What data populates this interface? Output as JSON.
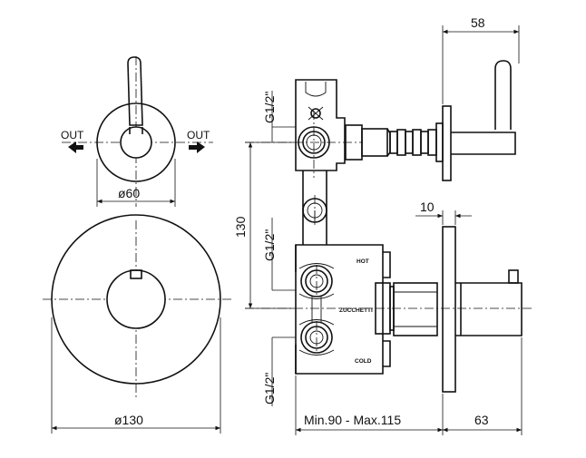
{
  "dimensions": {
    "handle_depth": "58",
    "rosette_small": "ø60",
    "rosette_large": "ø130",
    "spacing_vertical": "130",
    "gap": "10",
    "body_depth": "Min.90 - Max.115",
    "thermo_depth": "63"
  },
  "threads": {
    "top": "G1/2\"",
    "middle": "G1/2\"",
    "bottom": "G1/2\""
  },
  "outlets": {
    "left": "OUT",
    "right": "OUT"
  },
  "body_labels": {
    "hot": "HOT",
    "cold": "COLD",
    "brand": "ZUCCHETTI"
  }
}
